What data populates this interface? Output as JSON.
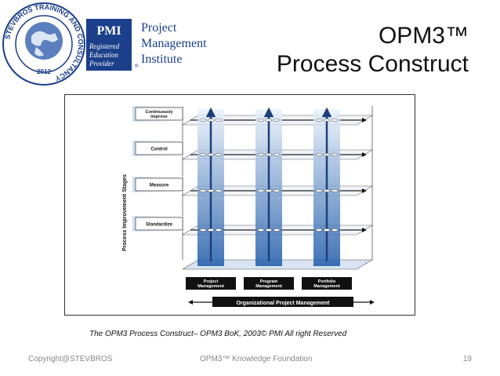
{
  "seal": {
    "ring_text": "STEVBROS TRAINING AND CONSULTANCY",
    "year": "2012"
  },
  "pmi_logo": {
    "mark": "PMI",
    "line1": "Project",
    "line2": "Management",
    "line3": "Institute",
    "badge_line1": "Registered",
    "badge_line2": "Education",
    "badge_line3": "Provider",
    "registered_mark": "®"
  },
  "slide_title": {
    "line1": "OPM3™",
    "line2": "Process Construct"
  },
  "diagram": {
    "y_axis_label": "Process Improvement Stages",
    "stages": [
      "Continuously Improve",
      "Control",
      "Measure",
      "Standardize"
    ],
    "domains": [
      "Project Management",
      "Program Management",
      "Portfolio Management"
    ],
    "bottom_label": "Organizational Project Management",
    "colors": {
      "accent": "#1e5aa8",
      "light": "#cfe0f2",
      "plane": "#eef2f8",
      "dark": "#111111"
    }
  },
  "caption": "The OPM3 Process Construct– OPM3 BoK, 2003© PMI All right Reserved",
  "footer": {
    "copyright": "Copyright@STEVBROS",
    "center": "OPM3™ Knowledge Foundation",
    "page_number": "19"
  }
}
